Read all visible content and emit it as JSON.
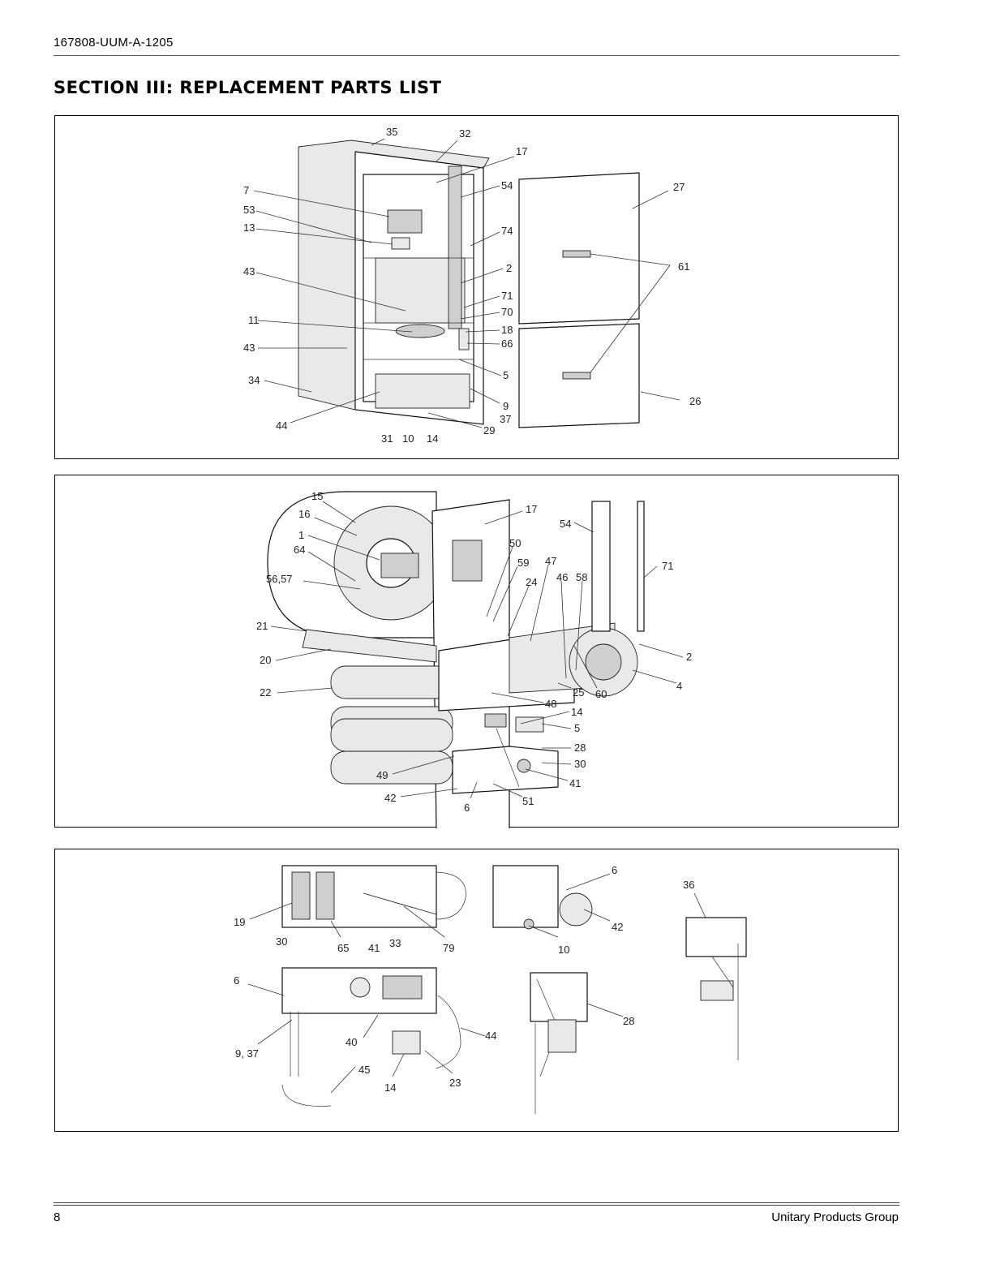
{
  "header": {
    "doc_id": "167808-UUM-A-1205",
    "section_title": "SECTION III: REPLACEMENT PARTS LIST"
  },
  "panel1": {
    "callouts": [
      "35",
      "32",
      "17",
      "7",
      "54",
      "27",
      "53",
      "74",
      "13",
      "43",
      "2",
      "61",
      "71",
      "11",
      "70",
      "18",
      "43",
      "66",
      "34",
      "5",
      "9",
      "37",
      "44",
      "29",
      "26",
      "31",
      "10",
      "14"
    ]
  },
  "panel2": {
    "callouts": [
      "15",
      "16",
      "17",
      "1",
      "54",
      "50",
      "64",
      "47",
      "71",
      "59",
      "56,57",
      "46",
      "58",
      "24",
      "21",
      "2",
      "20",
      "4",
      "25",
      "60",
      "22",
      "48",
      "14",
      "5",
      "28",
      "49",
      "30",
      "41",
      "42",
      "6",
      "51"
    ]
  },
  "panel3": {
    "callouts": [
      "6",
      "36",
      "19",
      "42",
      "65",
      "41",
      "33",
      "30",
      "79",
      "10",
      "6",
      "28",
      "44",
      "9, 37",
      "40",
      "45",
      "23",
      "14"
    ]
  },
  "footer": {
    "page_number": "8",
    "company": "Unitary Products Group"
  }
}
